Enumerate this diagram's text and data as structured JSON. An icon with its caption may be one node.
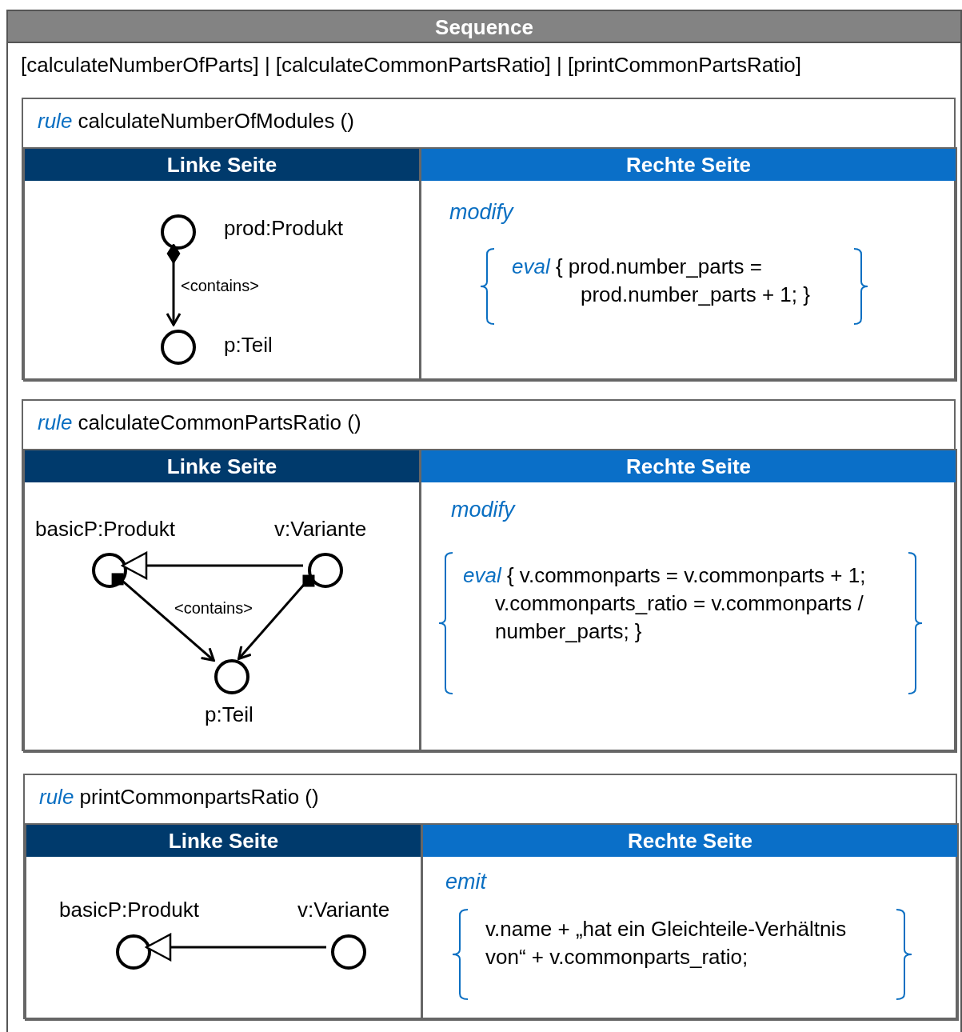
{
  "diagram": {
    "nodes": [
      {
        "text": [
          "Sequence",
          "[calculateNumberOfParts] | [calculateCommonPartsRatio] | [printCommonPartsRatio]"
        ]
      },
      {
        "text": [
          "*rule* calculateNumberOfModules ()"
        ],
        "in": 0
      },
      {
        "text": [
          "Linke Seite"
        ],
        "in": 1
      },
      {
        "text": [
          "Rechte Seite",
          "modify",
          "*eval*  { prod.number_parts = prod.number_parts + 1; }"
        ],
        "in": 1
      },
      {
        "text": [],
        "shape": "circle",
        "beside": [
          "prod:Produkt"
        ],
        "in": 2
      },
      {
        "text": [],
        "shape": "circle",
        "beside": [
          "p:Teil"
        ],
        "in": 2
      },
      {
        "text": [
          "*rule* calculateCommonPartsRatio ()"
        ],
        "in": 0
      },
      {
        "text": [
          "Linke Seite"
        ],
        "in": 6
      },
      {
        "text": [
          "Rechte Seite",
          "modify",
          "*eval*  { v.commonparts = v.commonparts + 1; v.commonparts_ratio = v.commonparts / number_parts; }"
        ],
        "in": 6
      },
      {
        "text": [],
        "shape": "circle",
        "beside": [
          "basicP:Produkt"
        ],
        "in": 7
      },
      {
        "text": [],
        "shape": "circle",
        "beside": [
          "v:Variante"
        ],
        "in": 7
      },
      {
        "text": [],
        "shape": "circle",
        "beside": [
          "p:Teil"
        ],
        "in": 7
      },
      {
        "text": [
          "*rule* printCommonpartsRatio ()"
        ],
        "in": 0
      },
      {
        "text": [
          "Linke Seite"
        ],
        "in": 12
      },
      {
        "text": [
          "Rechte Seite",
          "emit",
          "v.name + „hat ein Gleichteile-Verhältnis von“ + v.commonparts_ratio;"
        ],
        "in": 12
      },
      {
        "text": [],
        "shape": "circle",
        "beside": [
          "basicP:Produkt"
        ],
        "in": 13
      },
      {
        "text": [],
        "shape": "circle",
        "beside": [
          "v:Variante"
        ],
        "in": 13
      }
    ],
    "edges": [
      {
        "from": 4,
        "to": 5,
        "arrow": "to",
        "label": "<contains>"
      },
      {
        "from": 10,
        "to": 9,
        "arrow": "to"
      },
      {
        "from": 9,
        "to": 11,
        "arrow": "to",
        "label": "<contains>"
      },
      {
        "from": 10,
        "to": 11,
        "arrow": "to"
      },
      {
        "from": 16,
        "to": 15,
        "arrow": "to"
      }
    ]
  }
}
